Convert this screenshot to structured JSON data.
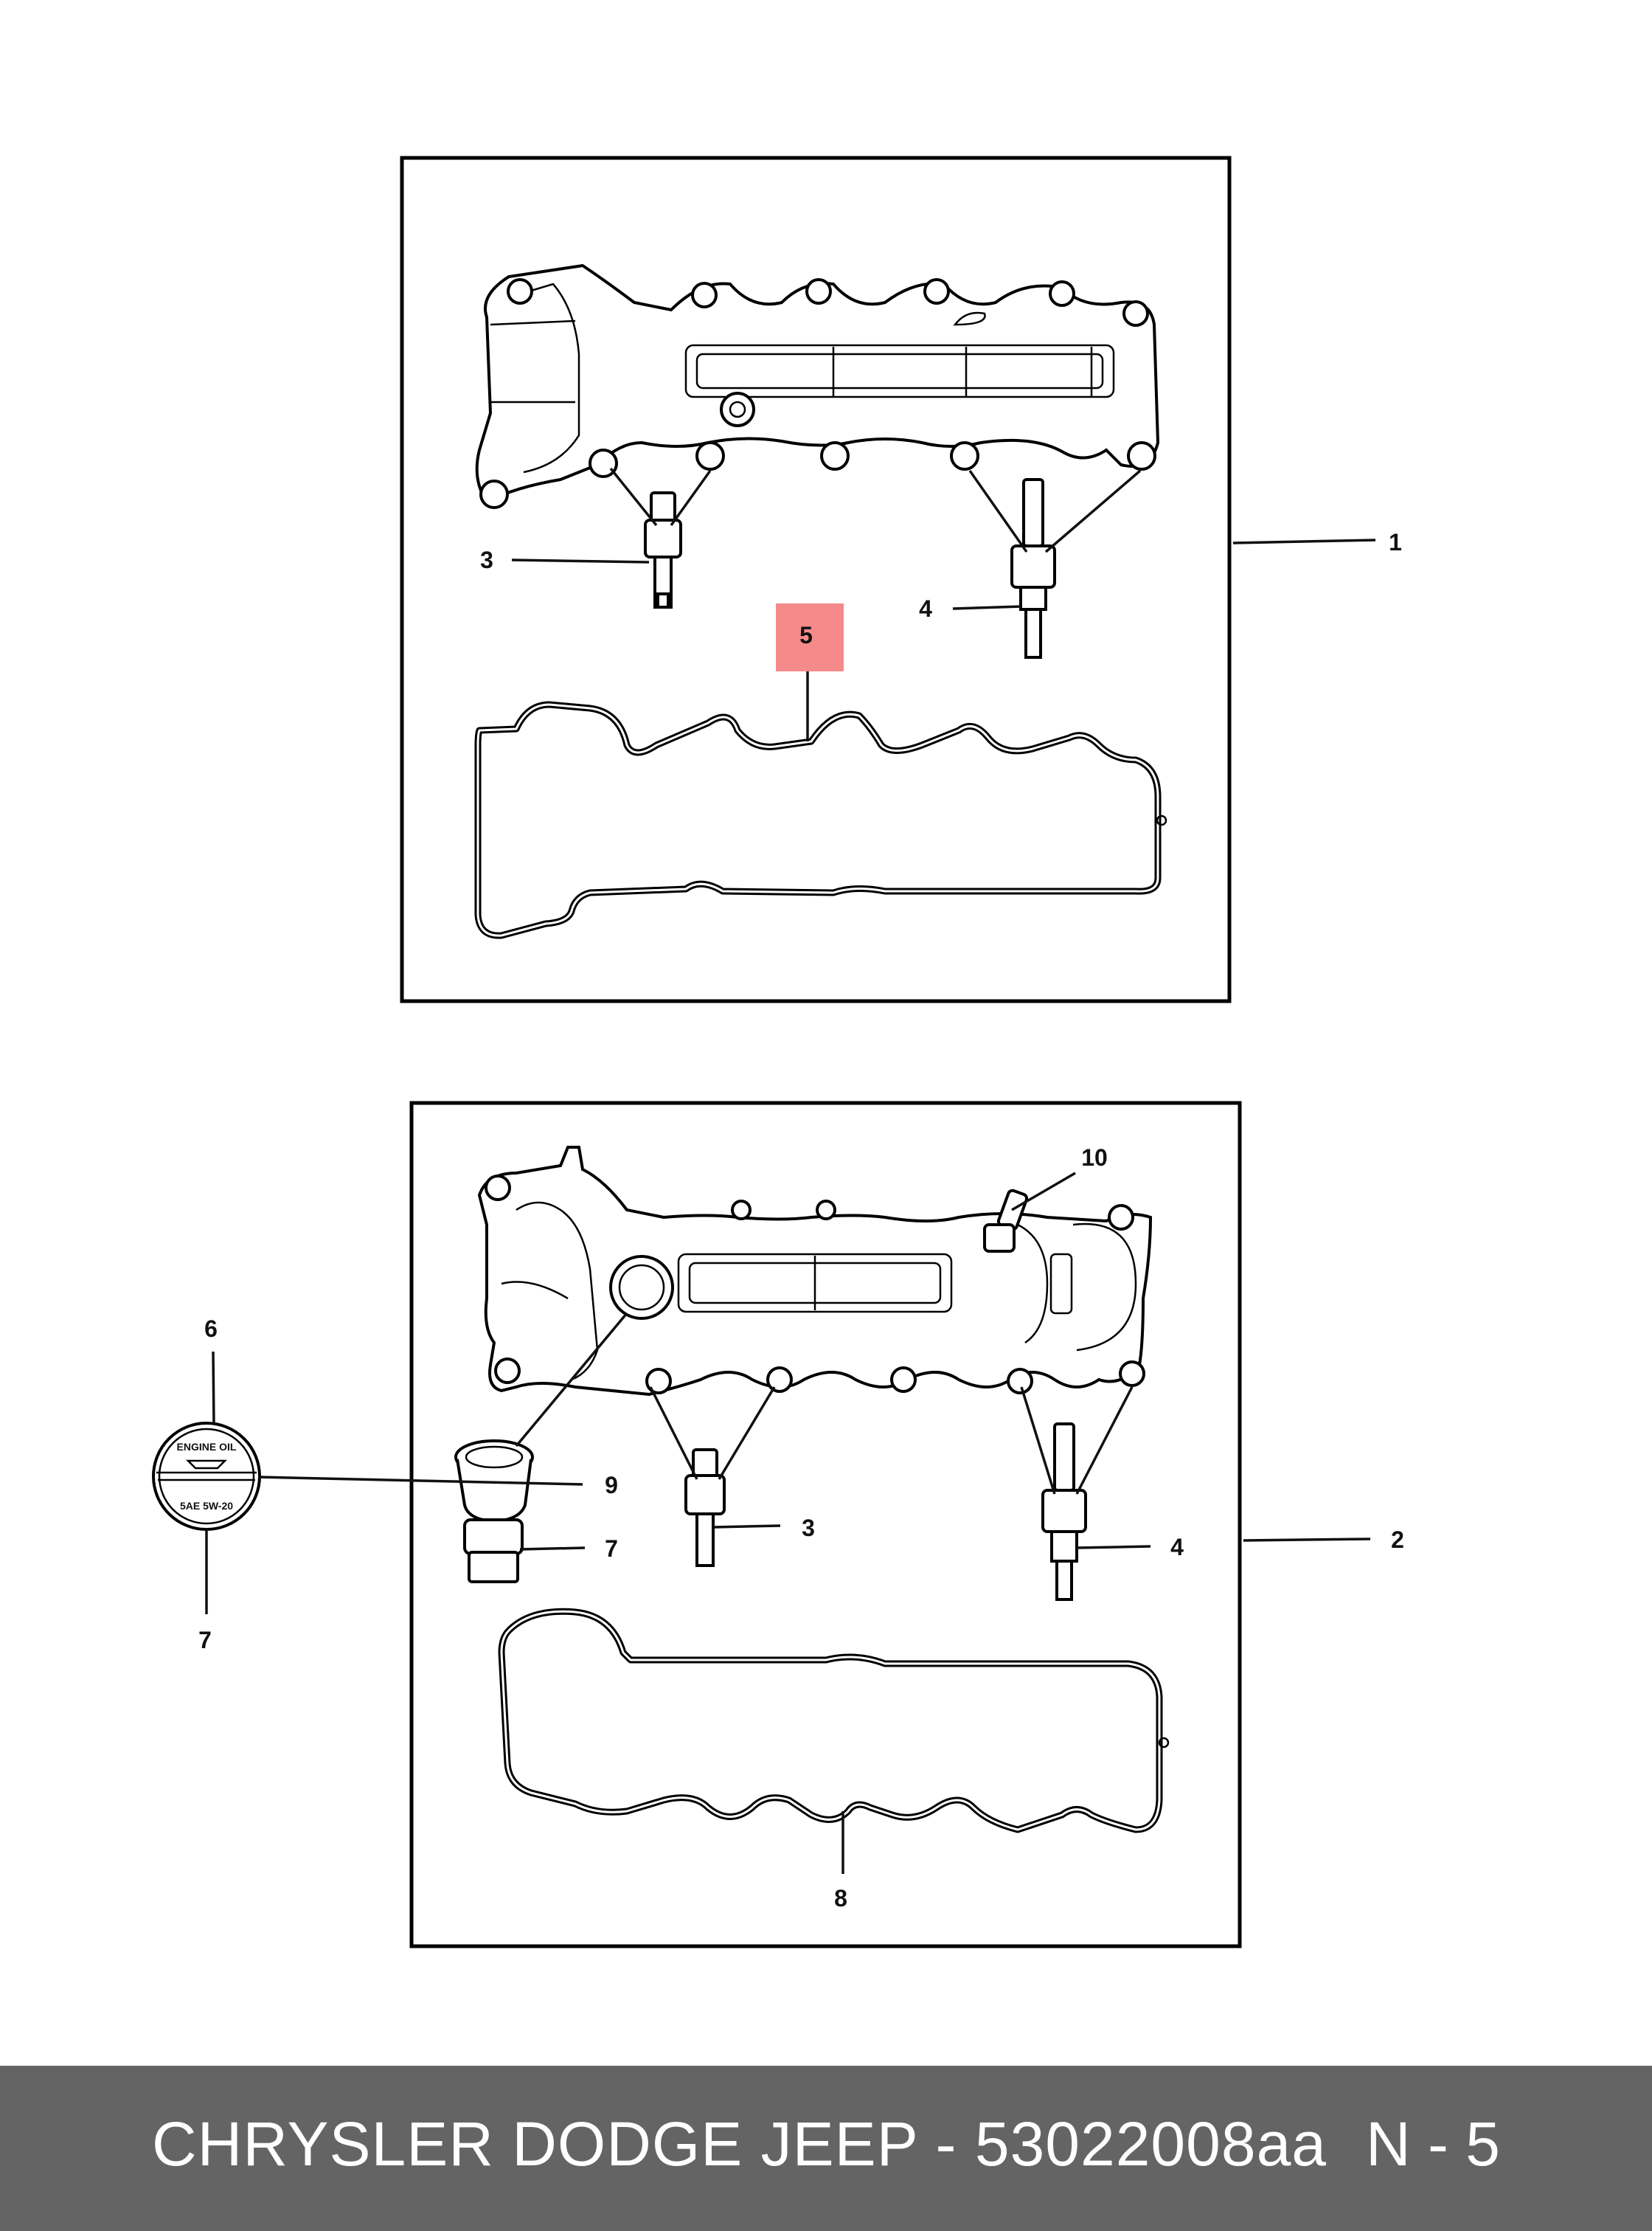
{
  "callouts": {
    "top_1": "1",
    "top_3": "3",
    "top_4": "4",
    "top_5": "5",
    "bottom_2": "2",
    "bottom_3": "3",
    "bottom_4": "4",
    "bottom_6": "6",
    "bottom_7_cap": "7",
    "bottom_7_tube": "7",
    "bottom_8": "8",
    "bottom_9": "9",
    "bottom_10": "10"
  },
  "oil_cap": {
    "top_text": "ENGINE OIL",
    "bottom_text": "5AE 5W-20"
  },
  "highlight": {
    "callout": "5",
    "color": "#f58a8a"
  },
  "footer": {
    "title": "CHRYSLER DODGE JEEP - 53022008aa",
    "page": "N - 5",
    "background": "#646464"
  }
}
